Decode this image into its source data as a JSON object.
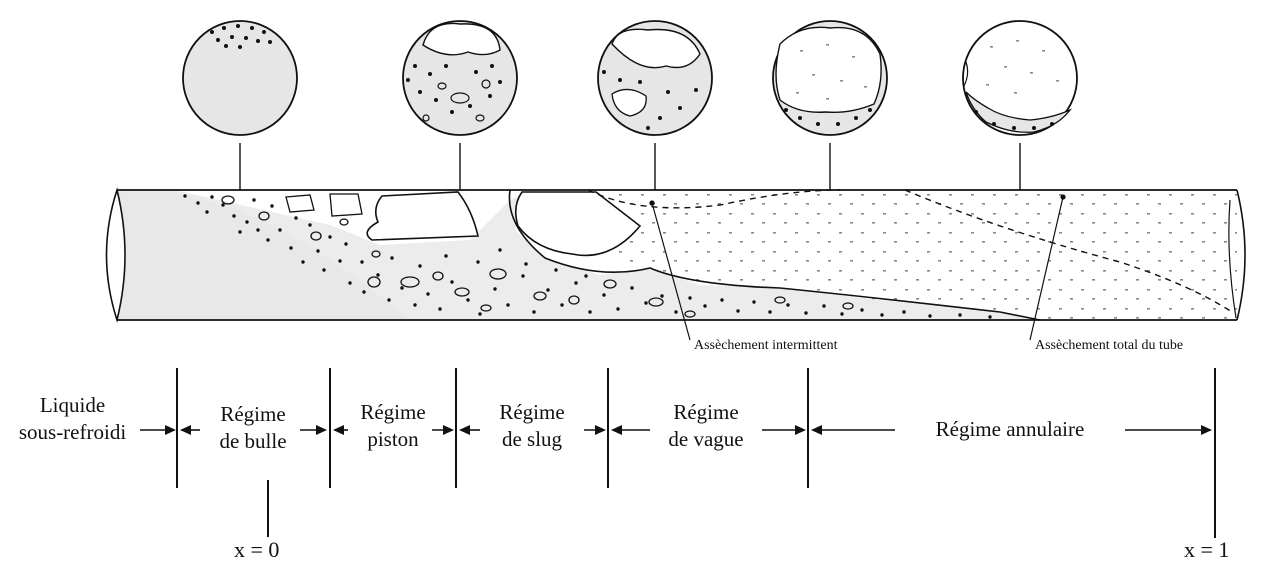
{
  "annotations": {
    "intermittent": "Assèchement intermittent",
    "total": "Assèchement total du tube"
  },
  "regimes": [
    {
      "line1": "Liquide",
      "line2": "sous-refroidi"
    },
    {
      "line1": "Régime",
      "line2": "de bulle"
    },
    {
      "line1": "Régime",
      "line2": "piston"
    },
    {
      "line1": "Régime",
      "line2": "de slug"
    },
    {
      "line1": "Régime",
      "line2": "de vague"
    },
    {
      "line1": "Régime annulaire"
    }
  ],
  "quality_marks": {
    "start": "x = 0",
    "end": "x = 1"
  }
}
